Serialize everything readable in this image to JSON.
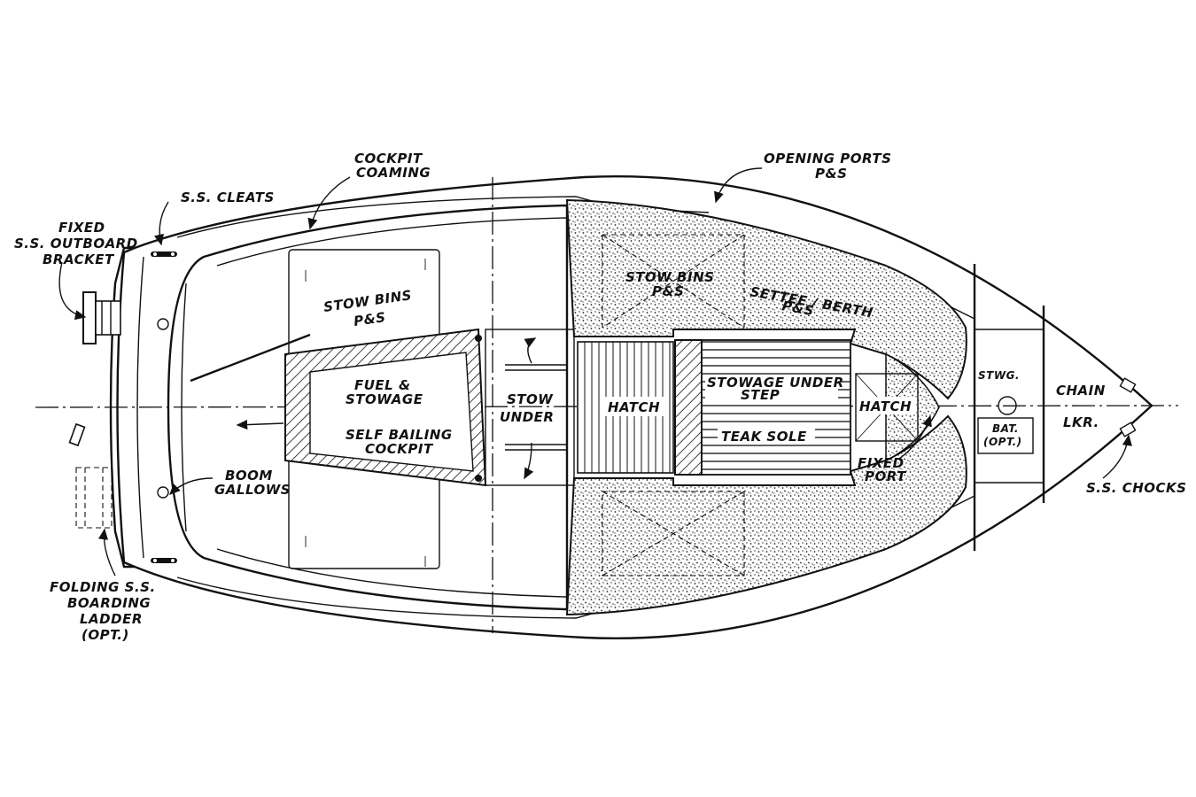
{
  "labels": {
    "cockpit_coaming": [
      "COCKPIT",
      "COAMING"
    ],
    "opening_ports": [
      "OPENING PORTS",
      "P&S"
    ],
    "ss_cleats": "S.S. CLEATS",
    "outboard_bracket": [
      "FIXED",
      "S.S. OUTBOARD",
      "BRACKET"
    ],
    "stow_bins_aft": [
      "STOW BINS",
      "P&S"
    ],
    "stow_bins_fwd": [
      "STOW BINS",
      "P&S"
    ],
    "settee_berth": [
      "SETTEE / BERTH",
      "P&S"
    ],
    "fuel_stowage": [
      "FUEL &",
      "STOWAGE"
    ],
    "self_bailing": [
      "SELF BAILING",
      "COCKPIT"
    ],
    "stow_under": [
      "STOW",
      "UNDER"
    ],
    "hatch_aft": "HATCH",
    "stowage_under_step": [
      "STOWAGE UNDER",
      "STEP"
    ],
    "teak_sole": "TEAK SOLE",
    "hatch_fwd": "HATCH",
    "stwg": "STWG.",
    "chain_lkr": [
      "CHAIN",
      "LKR."
    ],
    "battery": [
      "BAT.",
      "(OPT.)"
    ],
    "fixed_port": [
      "FIXED",
      "PORT"
    ],
    "ss_chocks": "S.S. CHOCKS",
    "boom_gallows": [
      "BOOM",
      "GALLOWS"
    ],
    "boarding_ladder": [
      "FOLDING S.S.",
      "BOARDING",
      "LADDER",
      "(OPT.)"
    ]
  }
}
